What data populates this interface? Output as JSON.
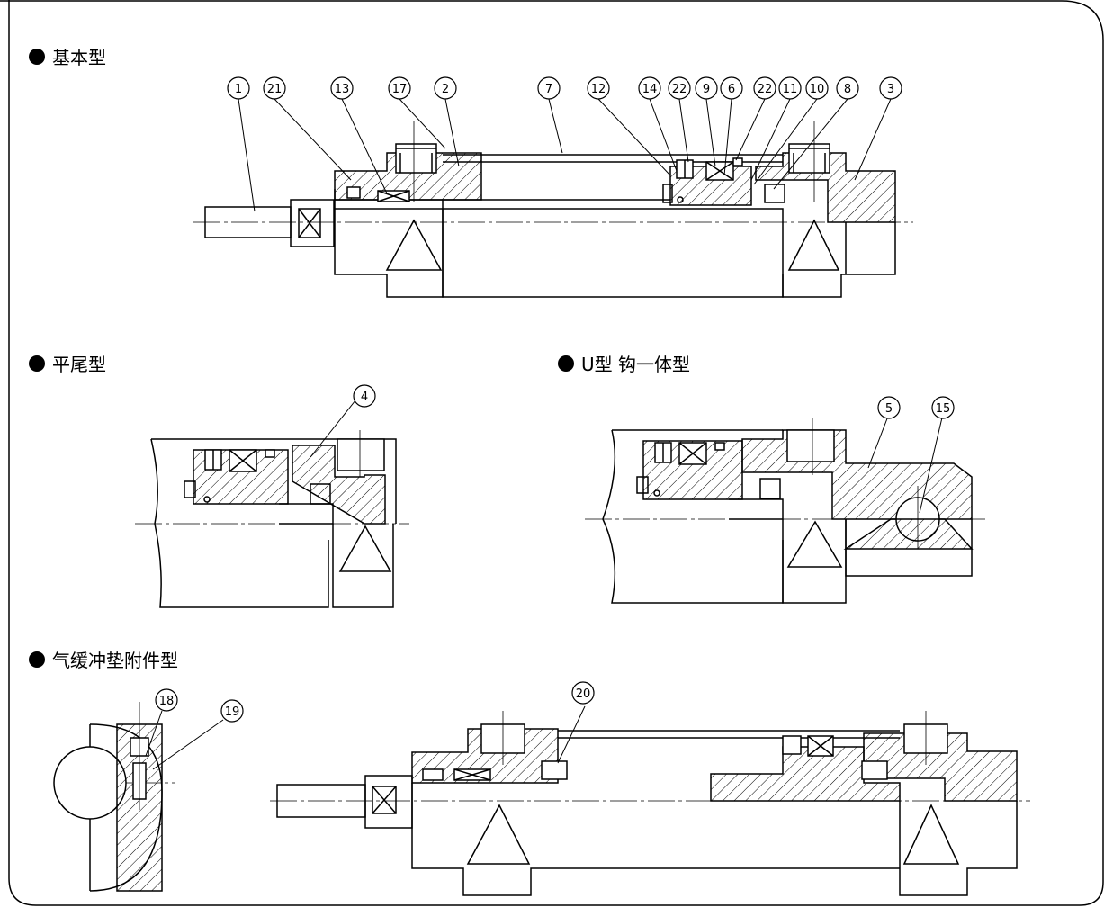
{
  "sections": {
    "basic": {
      "title": "基本型"
    },
    "flat_tail": {
      "title": "平尾型"
    },
    "u_hook": {
      "title": "U型 钩一体型"
    },
    "cushion": {
      "title": "气缓冲垫附件型"
    }
  },
  "callouts": {
    "basic": [
      "1",
      "21",
      "13",
      "17",
      "2",
      "7",
      "12",
      "14",
      "22",
      "9",
      "6",
      "22",
      "11",
      "10",
      "8",
      "3"
    ],
    "flat_tail": [
      "4"
    ],
    "u_hook": [
      "5",
      "15"
    ],
    "cushion_detail": [
      "18",
      "19"
    ],
    "cushion_full": [
      "20"
    ]
  },
  "colors": {
    "ink": "#000000",
    "paper": "#ffffff"
  }
}
